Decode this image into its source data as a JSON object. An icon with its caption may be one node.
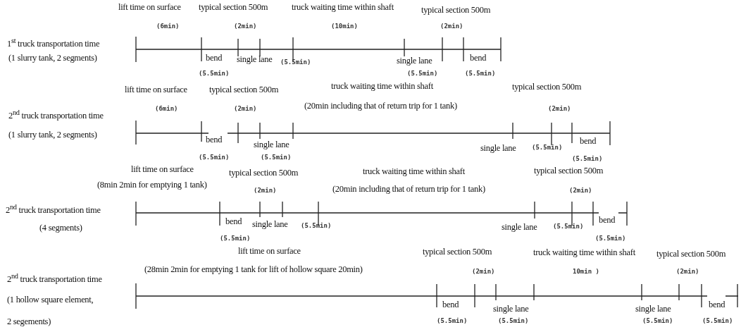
{
  "diagram": {
    "labels": [
      "1$^{st}$ truck transportation time",
      "(1 slurry tank, 2 segments)",
      "lift time on surface",
      "typical section 500m",
      "truck waiting time within shaft",
      "typical section 500m",
      "(6min)",
      "(2min)",
      "(10min)",
      "(2min)",
      "bend",
      "single lane",
      "(5.5min)",
      "single lane",
      "bend",
      "(5.5min)",
      "(5.5min)",
      "(5.5min)",
      "2$^{nd}$ truck transportation time",
      "(1 slurry tank, 2 segments)",
      "lift time on surface",
      "typical section 500m",
      "truck waiting time within shaft",
      "typical section 500m",
      "(6min)",
      "(2min)",
      "(20min including that of return trip for 1 tank)",
      "(2min)",
      "bend",
      "single lane",
      "single lane",
      "(5.5min)",
      "bend",
      "(5.5min)",
      "(5.5min)",
      "(5.5min)",
      "lift time on surface",
      "typical section 500m",
      "truck waiting time within shaft",
      "typical section 500m",
      "(8min 2min for emptying 1 tank)",
      "(2min)",
      "(20min including that of return trip for 1 tank)",
      "(2min)",
      "2$^{nd}$ truck transportation time",
      "(4 segments)",
      "bend",
      "single lane",
      "(5.5min)",
      "single lane",
      "(5.5min)",
      "bend",
      "(5.5min)",
      "(5.5min)",
      "lift time on surface",
      "typical section 500m",
      "truck waiting time within shaft",
      "typical section 500m",
      "(28min 2min for emptying 1 tank for lift of hollow square 20min)",
      "(2min)",
      "10min )",
      "(2min)",
      "2$^{nd}$ truck transportation time",
      "(1 hollow square element,",
      "2 segements)",
      "bend",
      "single lane",
      "single lane",
      "bend",
      "(5.5min)",
      "(5.5min)",
      "(5.5min)",
      "(5.5min)"
    ]
  }
}
